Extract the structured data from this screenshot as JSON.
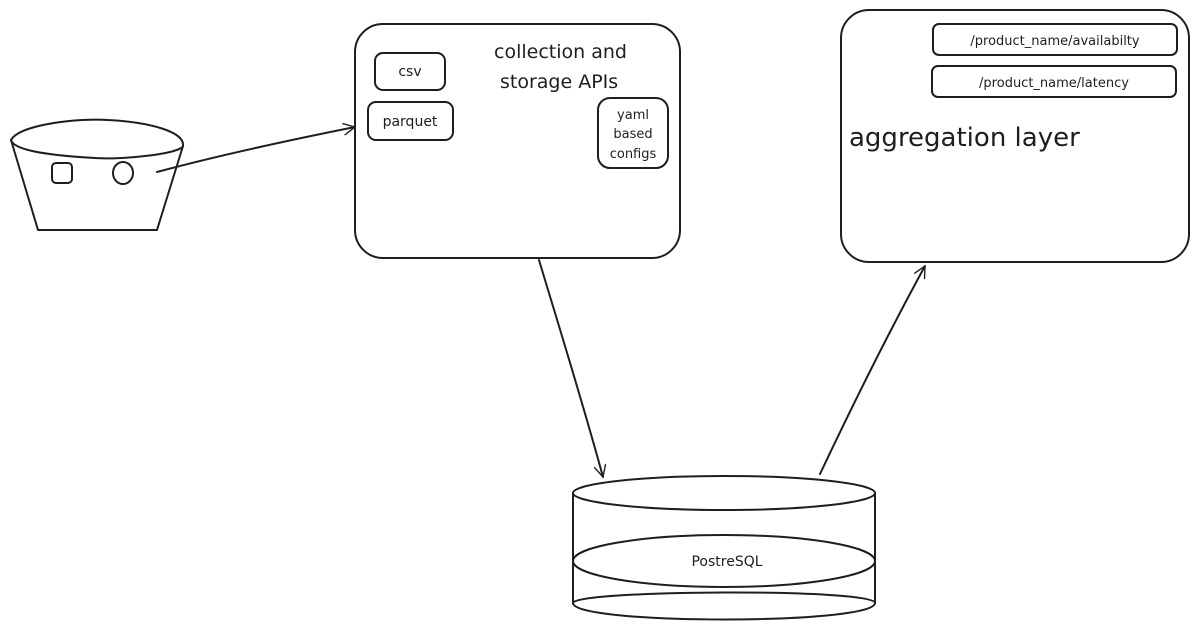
{
  "collection_box": {
    "title_line1": "collection and",
    "title_line2": "storage APIs",
    "csv_label": "csv",
    "parquet_label": "parquet",
    "config_line1": "yaml",
    "config_line2": "based",
    "config_line3": "configs"
  },
  "aggregation_box": {
    "title": "aggregation layer",
    "endpoint_availability": "/product_name/availabilty",
    "endpoint_latency": "/product_name/latency"
  },
  "database": {
    "label": "PostreSQL"
  },
  "source_device": {
    "square_icon": "rounded-square-shape",
    "circle_icon": "ellipse-shape"
  },
  "colors": {
    "stroke": "#1e1e1e",
    "background": "#ffffff"
  }
}
